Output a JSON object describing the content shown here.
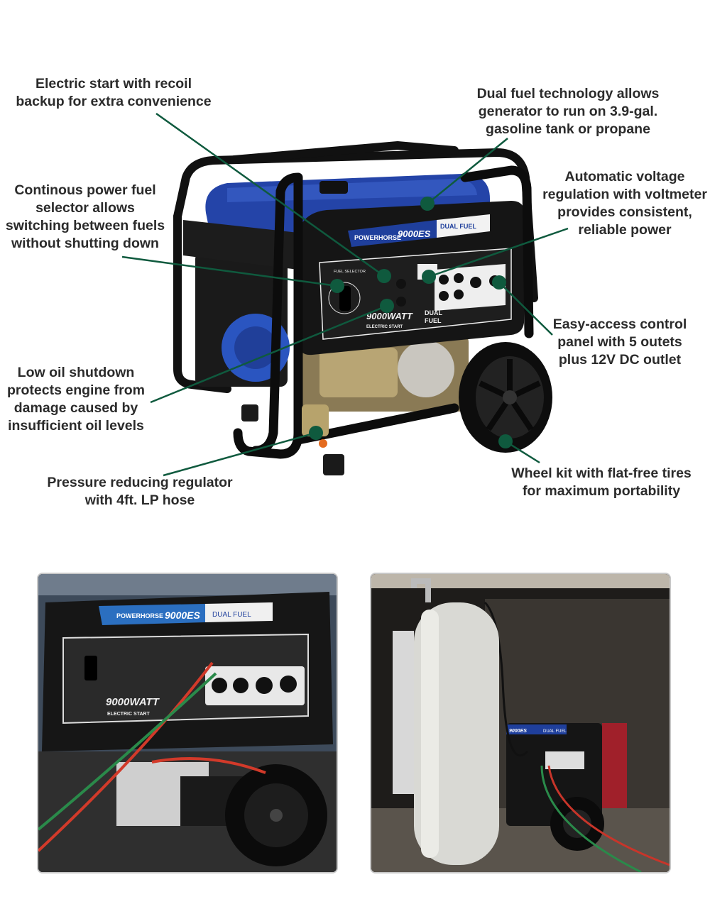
{
  "callouts": {
    "electric_start": [
      "Electric start with recoil",
      "backup for extra convenience"
    ],
    "dual_fuel": [
      "Dual fuel technology allows",
      "generator to run on 3.9-gal.",
      "gasoline tank or propane"
    ],
    "voltage": [
      "Automatic voltage",
      "regulation with voltmeter",
      "provides consistent,",
      "reliable power"
    ],
    "fuel_selector": [
      "Continous power fuel",
      "selector allows",
      "switching between fuels",
      "without shutting down"
    ],
    "control_panel": [
      "Easy-access control",
      "panel with 5 outets",
      "plus 12V DC outlet"
    ],
    "low_oil": [
      "Low oil shutdown",
      "protects engine from",
      "damage caused by",
      "insufficient oil levels"
    ],
    "regulator": [
      "Pressure reducing regulator",
      "with 4ft. LP hose"
    ],
    "wheel_kit": [
      "Wheel kit with flat-free tires",
      "for maximum portability"
    ]
  },
  "product": {
    "brand": "POWERHORSE",
    "model": "9000ES",
    "fuel_badge": "DUAL FUEL",
    "panel_wattage": "9000WATT",
    "panel_start": "ELECTRIC START",
    "panel_dual": "DUAL",
    "panel_fuel": "FUEL",
    "fuel_selector_label": "FUEL SELECTOR"
  },
  "colors": {
    "marker": "#0f5a3e",
    "text": "#2b2b2b",
    "blue": "#1f3f9c"
  }
}
